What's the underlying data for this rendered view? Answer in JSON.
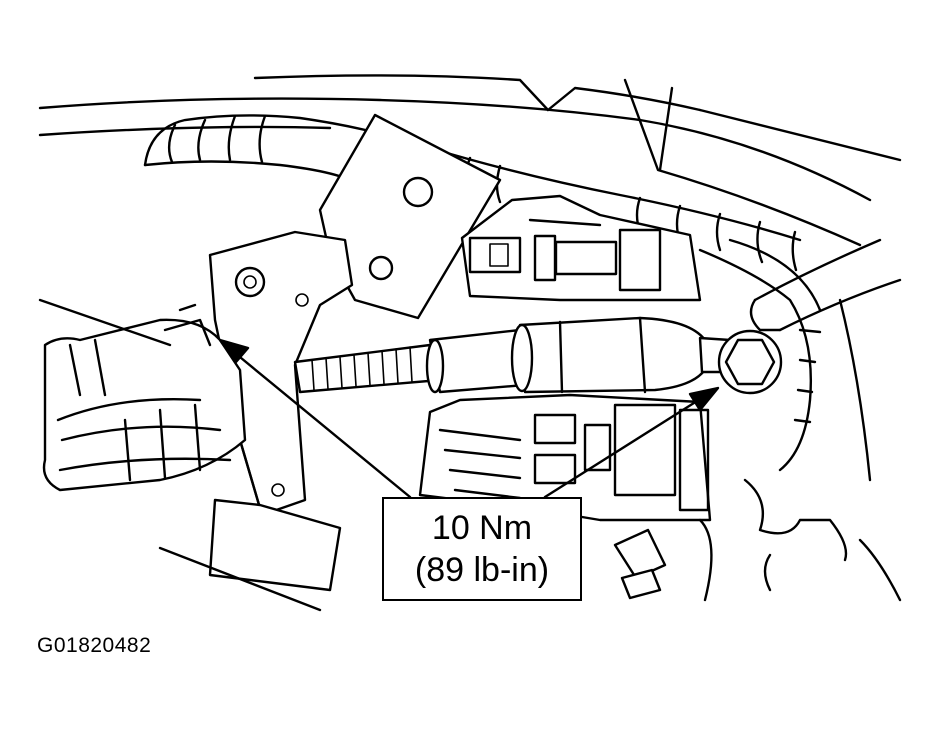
{
  "torque_callout": {
    "metric": "10 Nm",
    "imperial": "(89 lb-in)"
  },
  "figure_id": "G01820482"
}
